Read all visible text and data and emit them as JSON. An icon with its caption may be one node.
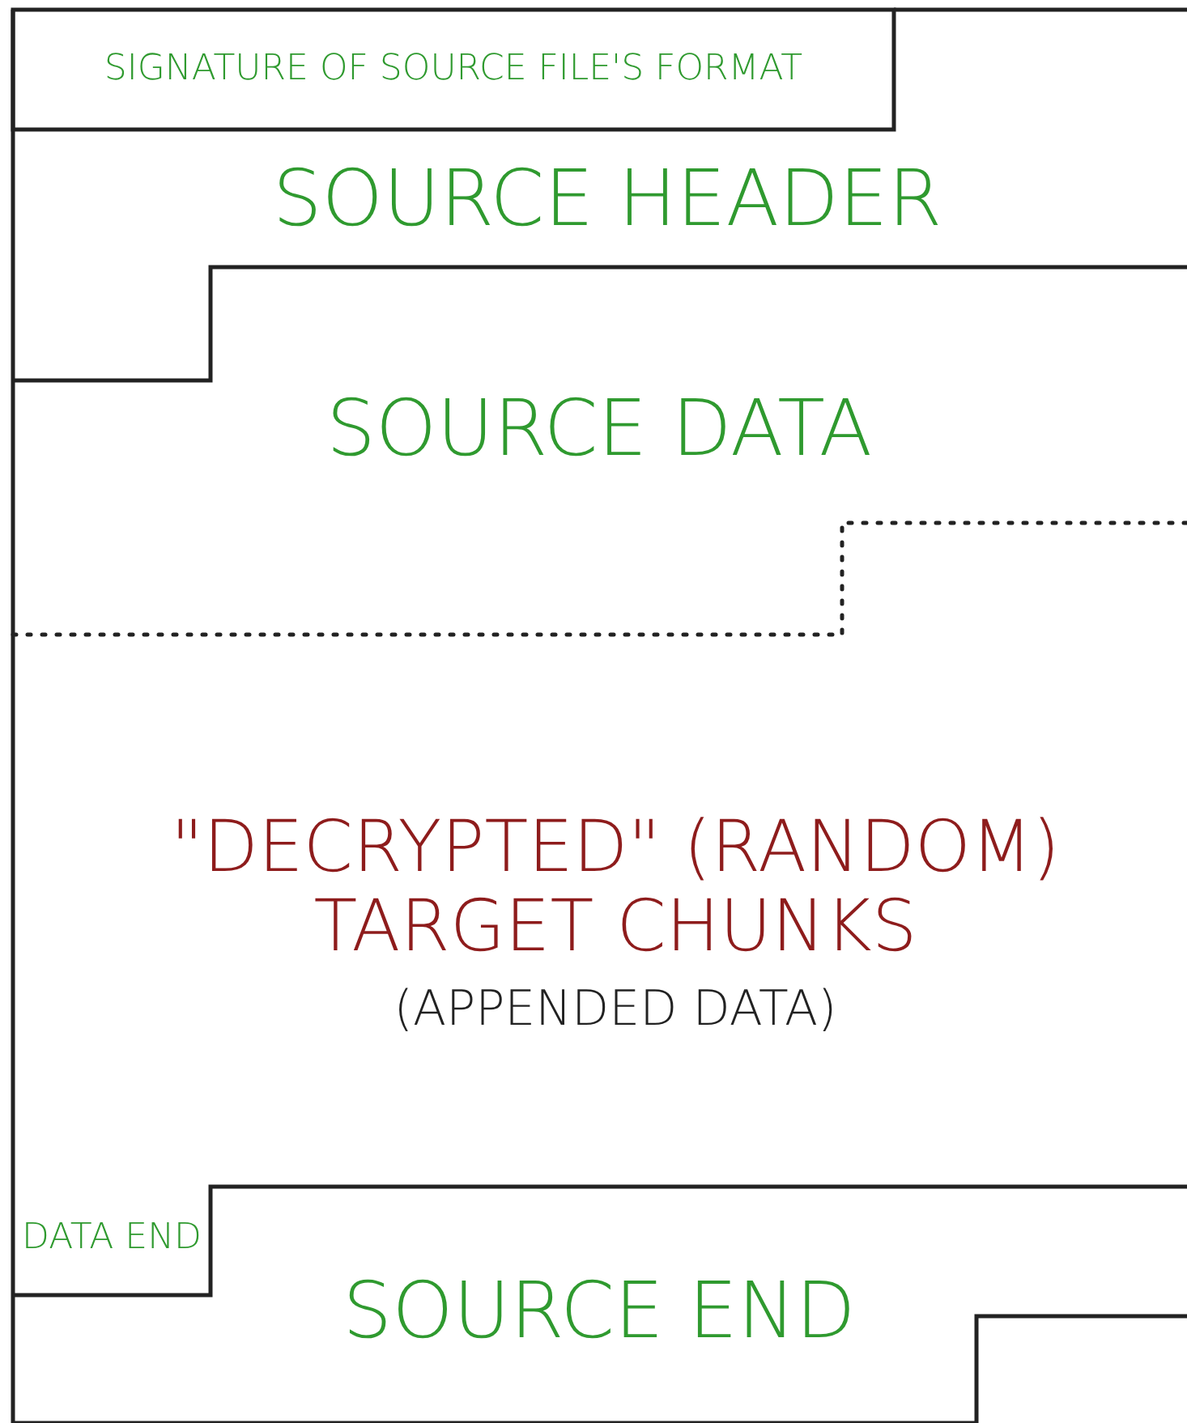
{
  "diagram": {
    "nodes": [
      {
        "text": [
          "SIGNATURE OF SOURCE FILE'S FORMAT"
        ]
      },
      {
        "text": [
          "SOURCE HEADER"
        ]
      },
      {
        "text": [
          "SOURCE DATA"
        ]
      },
      {
        "text": [
          "\"DECRYPTED\" (RANDOM) TARGET CHUNKS",
          "(APPENDED DATA)"
        ]
      },
      {
        "text": [
          "DATA END"
        ]
      },
      {
        "text": [
          "SOURCE END"
        ]
      }
    ],
    "edges": []
  }
}
